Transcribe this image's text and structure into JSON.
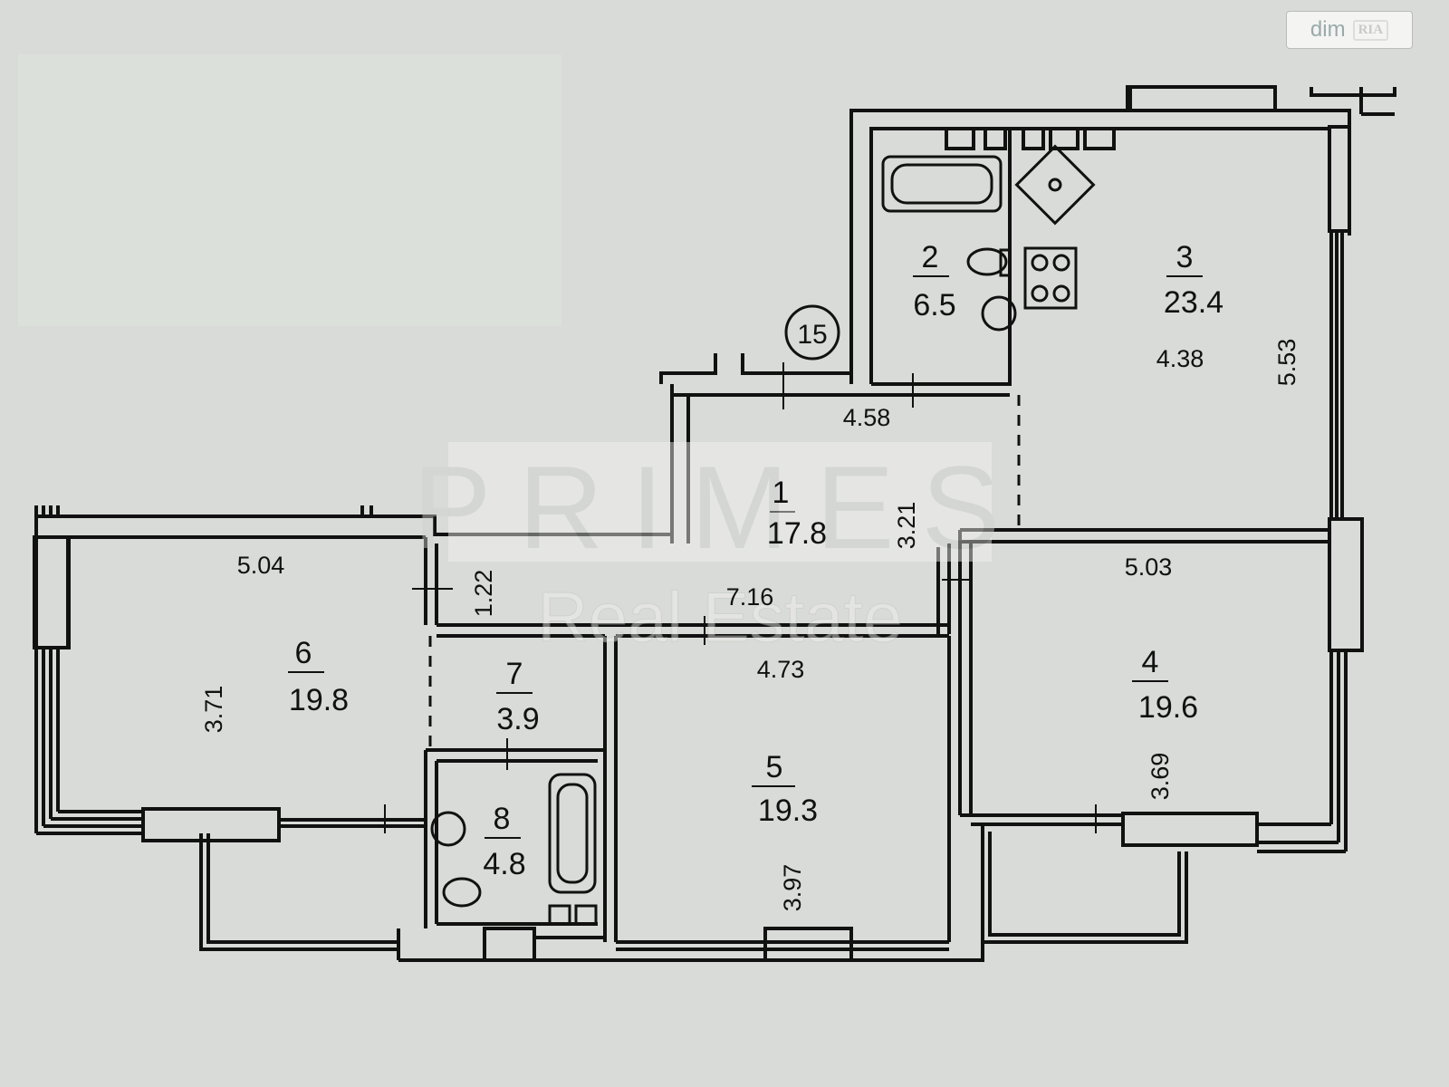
{
  "rooms": [
    {
      "no": "1",
      "area": "17.8"
    },
    {
      "no": "2",
      "area": "6.5"
    },
    {
      "no": "3",
      "area": "23.4"
    },
    {
      "no": "4",
      "area": "19.6"
    },
    {
      "no": "5",
      "area": "19.3"
    },
    {
      "no": "6",
      "area": "19.8"
    },
    {
      "no": "7",
      "area": "3.9"
    },
    {
      "no": "8",
      "area": "4.8"
    }
  ],
  "dimensions": {
    "d458": "4.58",
    "d438": "4.38",
    "d553": "5.53",
    "d321": "3.21",
    "d504": "5.04",
    "d122": "1.22",
    "d716": "7.16",
    "d503": "5.03",
    "d371": "3.71",
    "d473": "4.73",
    "d369": "3.69",
    "d397": "3.97"
  },
  "apartment_marker": "15",
  "watermark": {
    "logo": "PRIMES",
    "tagline": "Real Estate"
  },
  "badge": {
    "site": "dim",
    "brand": "RIA"
  },
  "colors": {
    "paper": "#d8dbd7",
    "ink": "#111111"
  }
}
